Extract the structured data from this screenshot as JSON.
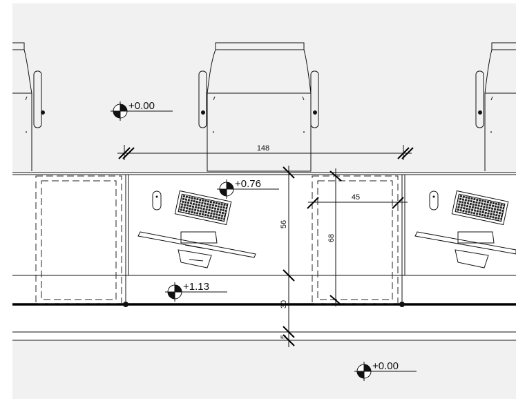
{
  "level_markers": {
    "top_floor": "+0.00",
    "desk": "+0.76",
    "counter": "+1.13",
    "bottom_floor": "+0.00"
  },
  "dimensions": {
    "seat_width": "148",
    "desk_depth": "56",
    "counter_depth": "30",
    "footrest": "5",
    "cabinet_width": "45",
    "cabinet_depth": "68"
  },
  "colors": {
    "background": "#ffffff",
    "floor_tint": "#f1f1f1",
    "line": "#111111"
  }
}
